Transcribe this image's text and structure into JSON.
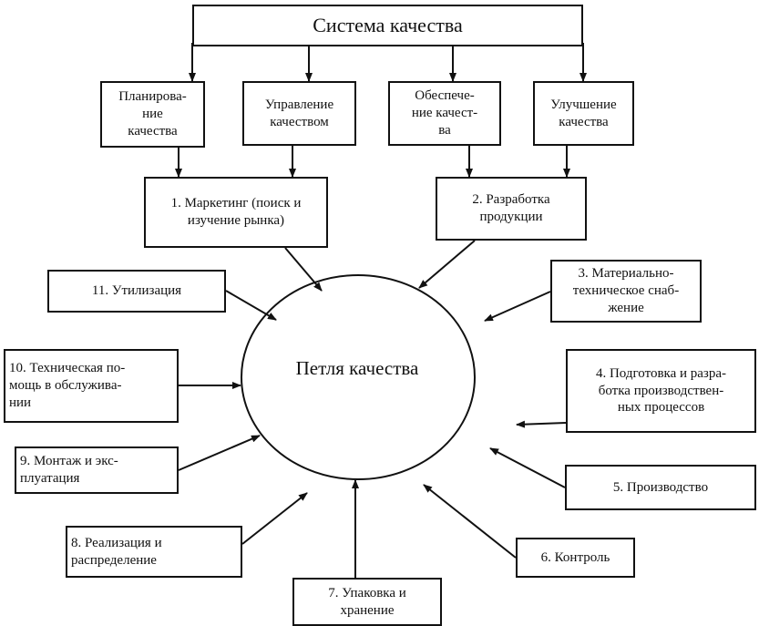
{
  "system": {
    "title": "Система качества"
  },
  "functions": [
    {
      "label": "Планирова-\nние\nкачества"
    },
    {
      "label": "Управление\nкачеством"
    },
    {
      "label": "Обеспече-\nние качест-\nва"
    },
    {
      "label": "Улучшение\nкачества"
    }
  ],
  "loop": {
    "title": "Петля качества"
  },
  "stages": [
    {
      "label": "1. Маркетинг (поиск и\nизучение рынка)"
    },
    {
      "label": "2. Разработка\nпродукции"
    },
    {
      "label": "3. Материально-\nтехническое снаб-\nжение"
    },
    {
      "label": "4. Подготовка и разра-\nботка производствен-\nных процессов"
    },
    {
      "label": "5. Производство"
    },
    {
      "label": "6. Контроль"
    },
    {
      "label": "7. Упаковка и\nхранение"
    },
    {
      "label": "8. Реализация и\nраспределение"
    },
    {
      "label": "9. Монтаж и экс-\nплуатация"
    },
    {
      "label": "10. Техническая по-\nмощь в обслужива-\nнии"
    },
    {
      "label": "11. Утилизация"
    }
  ]
}
